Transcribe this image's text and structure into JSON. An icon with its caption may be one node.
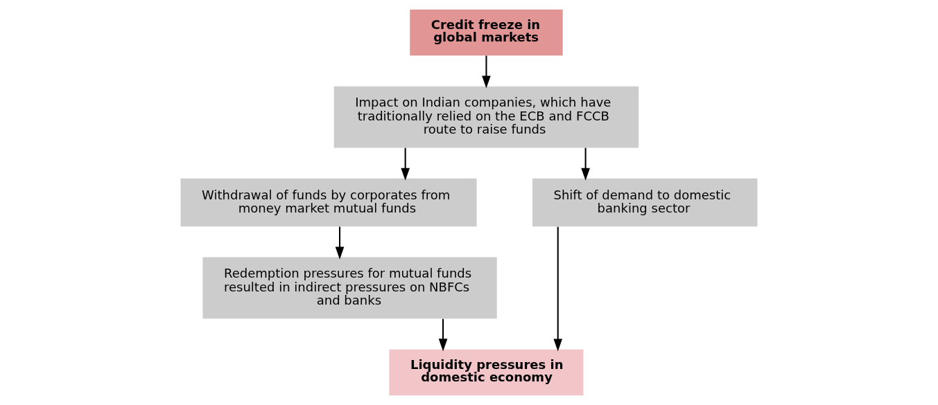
{
  "diagram": {
    "nodes": [
      {
        "text": [
          "Credit freeze in global markets"
        ]
      },
      {
        "text": [
          "Impact on Indian companies, which have traditionally relied on the ECB and FCCB route to raise funds"
        ]
      },
      {
        "text": [
          "Withdrawal of funds by corporates from money market mutual funds"
        ]
      },
      {
        "text": [
          "Redemption pressures for mutual funds resulted in indirect pressures on NBFCs and banks"
        ]
      },
      {
        "text": [
          "Shift of demand to domestic banking sector"
        ]
      },
      {
        "text": [
          "Liquidity pressures in domestic economy"
        ]
      }
    ],
    "edges": [
      {
        "from": 0,
        "to": 1,
        "arrow": "to"
      },
      {
        "from": 1,
        "to": 2,
        "arrow": "to"
      },
      {
        "from": 1,
        "to": 4,
        "arrow": "to"
      },
      {
        "from": 2,
        "to": 3,
        "arrow": "to"
      },
      {
        "from": 3,
        "to": 5,
        "arrow": "to"
      },
      {
        "from": 4,
        "to": 5,
        "arrow": "to"
      }
    ]
  }
}
